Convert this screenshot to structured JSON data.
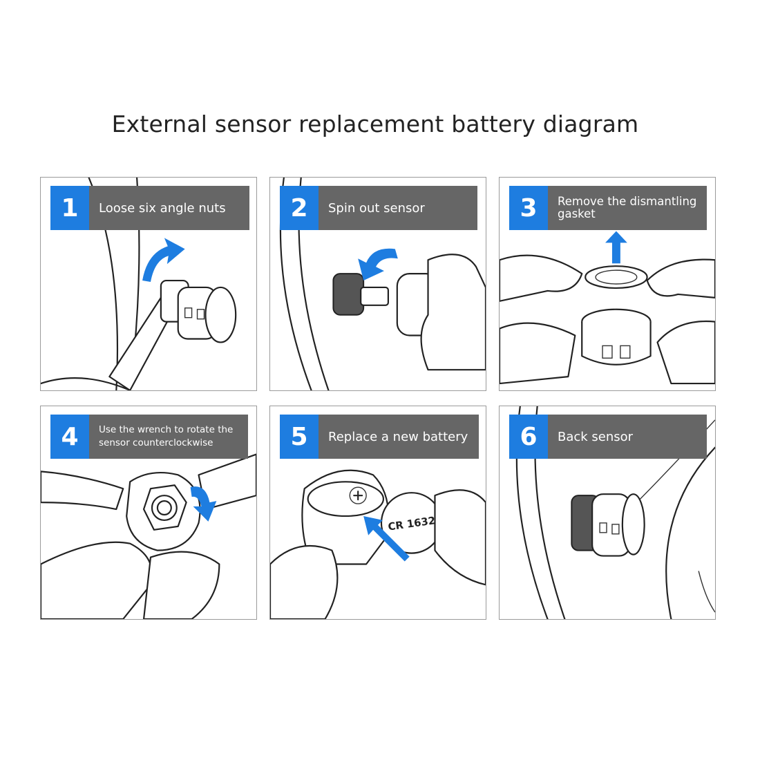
{
  "title": "External sensor replacement battery diagram",
  "colors": {
    "accent": "#1e7de0",
    "caption_bg": "#666666",
    "border": "#9a9a9a"
  },
  "steps": [
    {
      "number": "1",
      "caption": "Loose six angle nuts"
    },
    {
      "number": "2",
      "caption": "Spin out sensor"
    },
    {
      "number": "3",
      "caption": "Remove the dismantling gasket"
    },
    {
      "number": "4",
      "caption": "Use the wrench to rotate the sensor counterclockwise"
    },
    {
      "number": "5",
      "caption": "Replace a new battery"
    },
    {
      "number": "6",
      "caption": "Back sensor"
    }
  ],
  "battery_label": "CR 1632"
}
